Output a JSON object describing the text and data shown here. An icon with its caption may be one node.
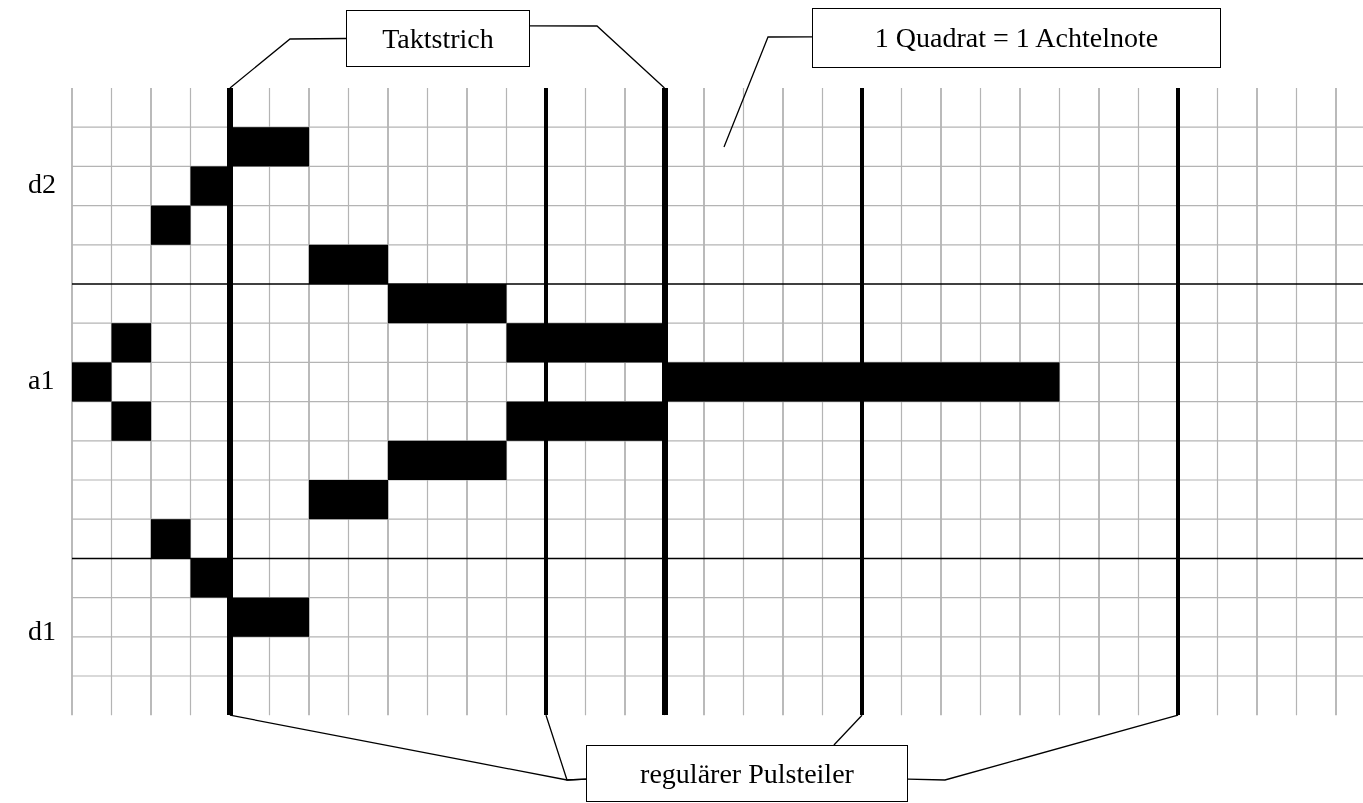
{
  "diagram": {
    "nodes": [
      {
        "text": [
          "Taktstrich"
        ]
      },
      {
        "text": [
          "1 Quadrat = 1 Achtelnote"
        ]
      },
      {
        "text": [
          "regulärer Pulsteiler"
        ]
      },
      {
        "text": [],
        "shape": "bar"
      },
      {
        "text": [],
        "shape": "bar"
      },
      {
        "text": [],
        "shape": "bar"
      },
      {
        "text": [],
        "shape": "bar"
      },
      {
        "text": [],
        "shape": "bar"
      }
    ],
    "edges": [
      {
        "from": 0,
        "to": 3,
        "arrow": "none"
      },
      {
        "from": 0,
        "to": 5,
        "arrow": "none"
      },
      {
        "from": 1,
        "to": null,
        "arrow": "none"
      },
      {
        "from": 2,
        "to": 3,
        "arrow": "none"
      },
      {
        "from": 2,
        "to": 4,
        "arrow": "none"
      },
      {
        "from": 2,
        "to": 6,
        "arrow": "none"
      },
      {
        "from": 2,
        "to": 7,
        "arrow": "none"
      }
    ],
    "labels": [
      "d2",
      "a1",
      "d1"
    ]
  }
}
